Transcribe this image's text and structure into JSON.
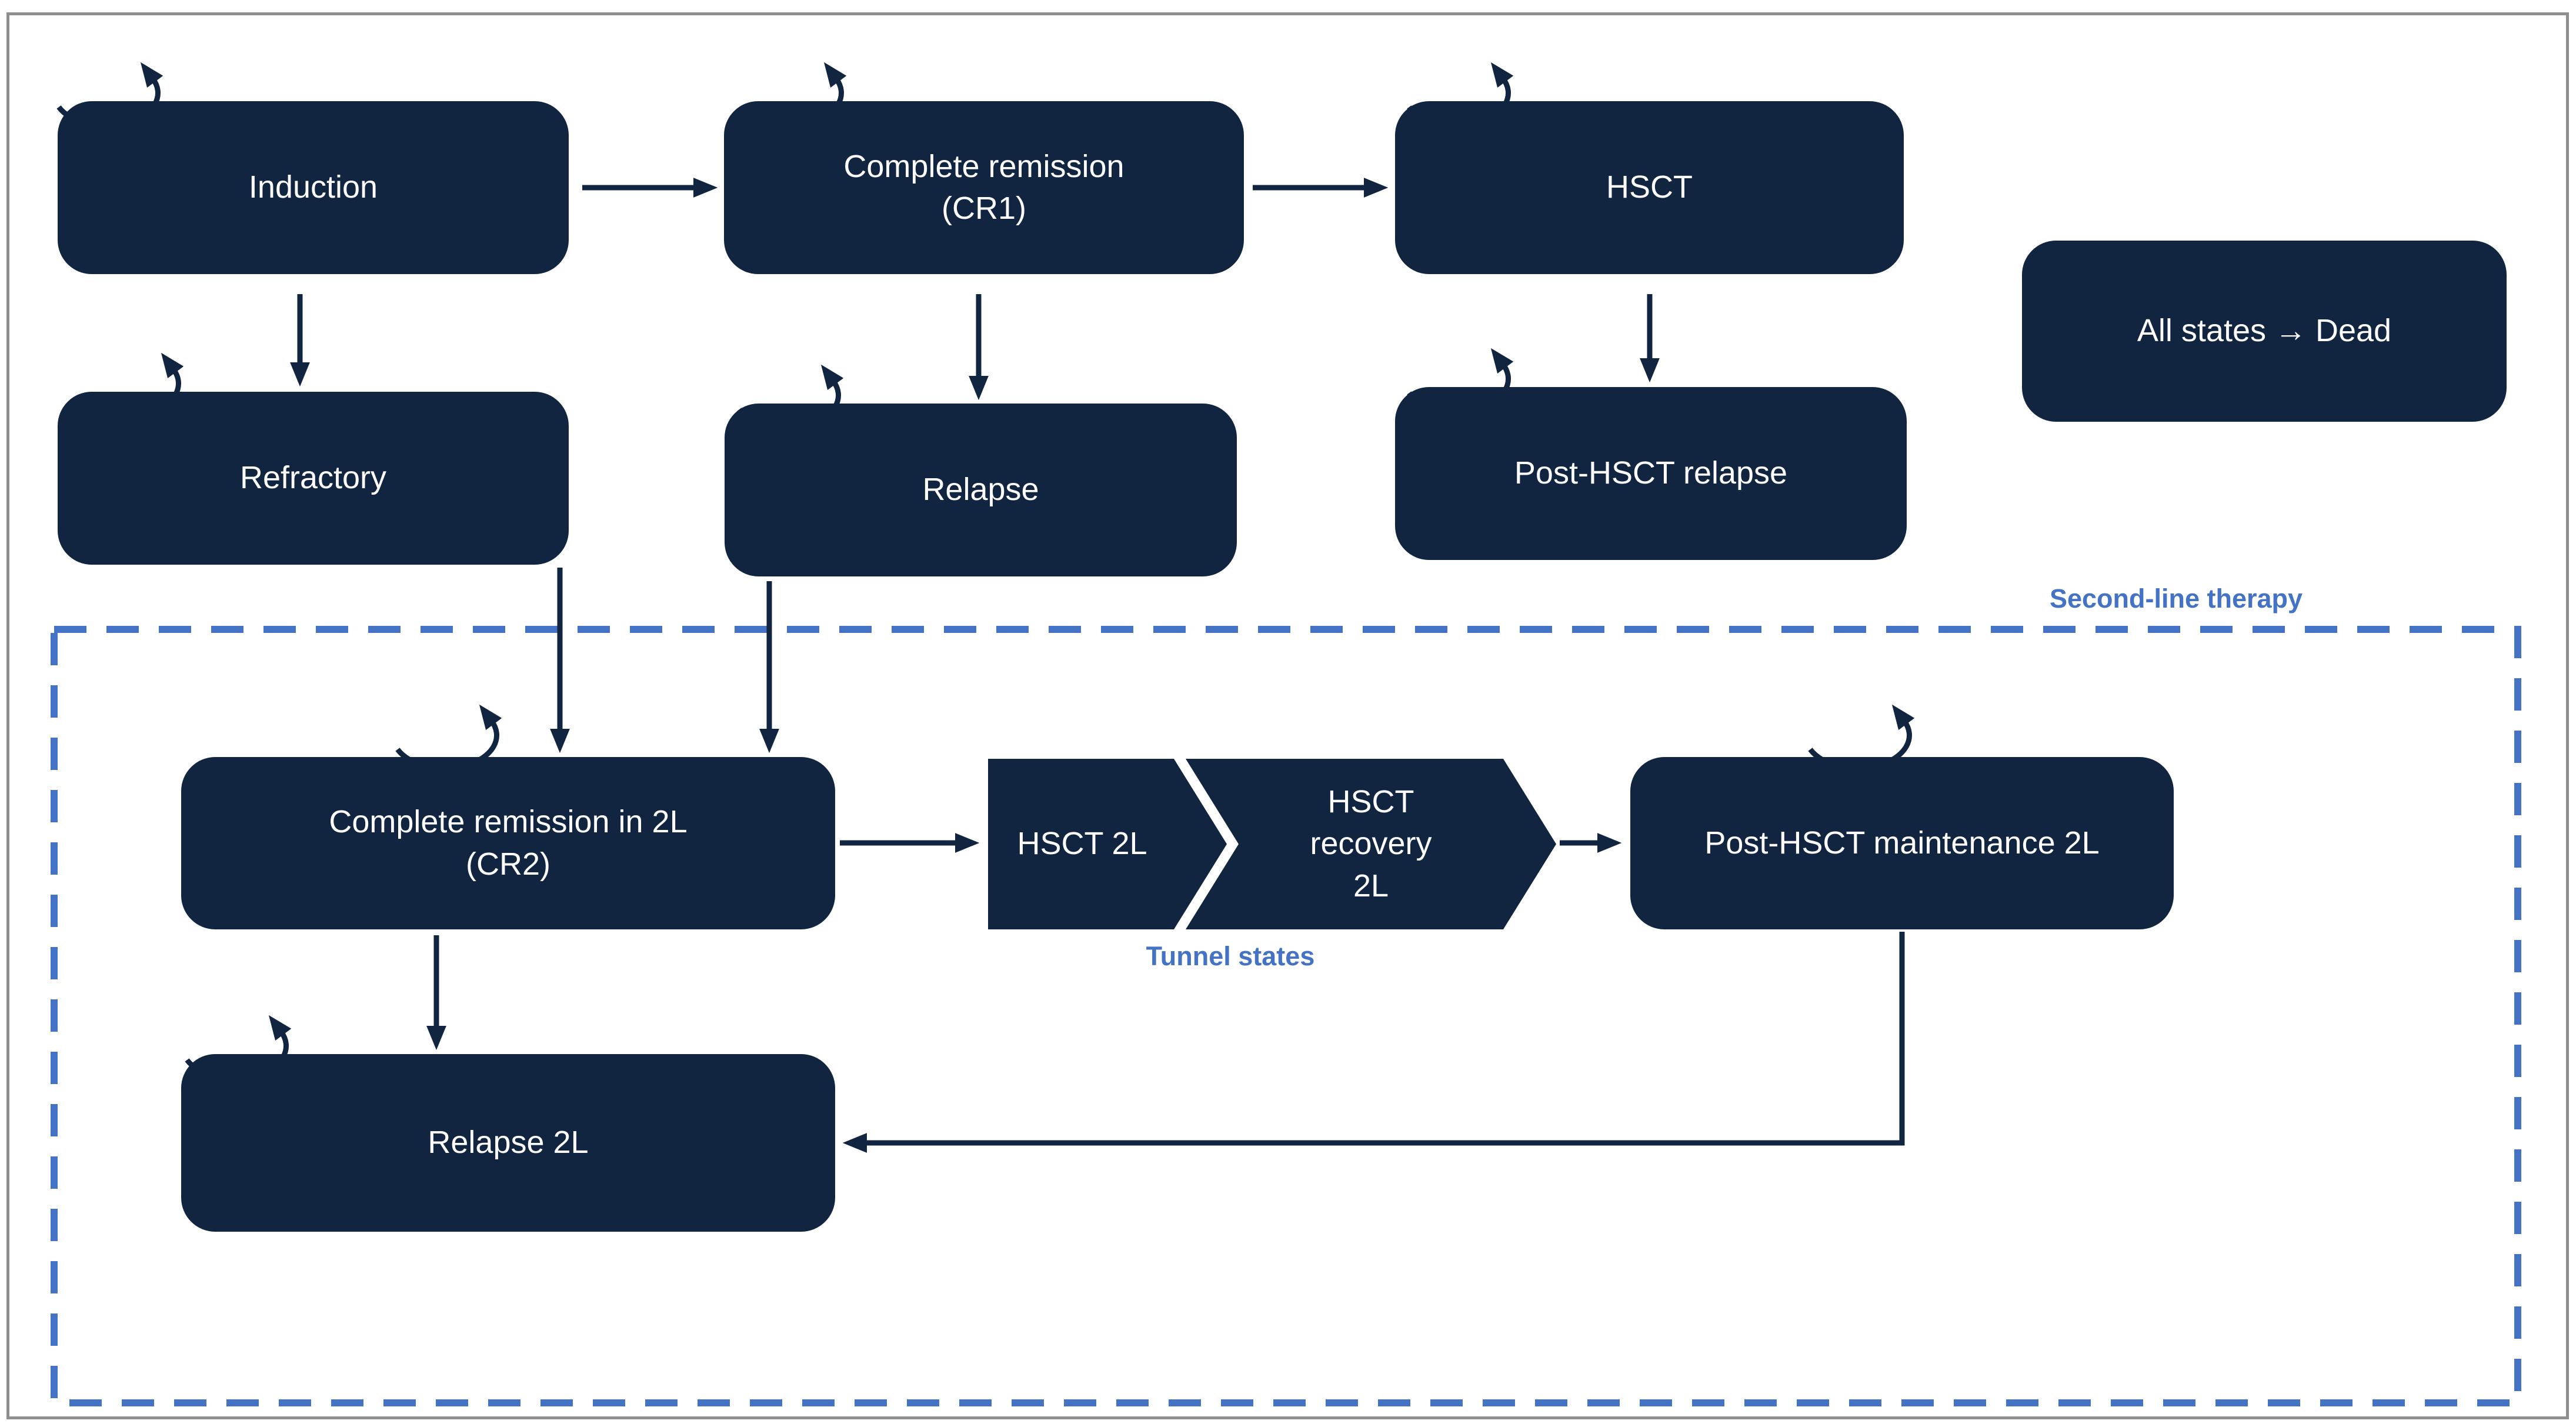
{
  "states": [
    {
      "id": "induction",
      "label": "Induction"
    },
    {
      "id": "complete-remission-cr1",
      "label": "Complete remission\n(CR1)"
    },
    {
      "id": "hsct",
      "label": "HSCT"
    },
    {
      "id": "all-states-dead",
      "label": "All states → Dead"
    },
    {
      "id": "refractory",
      "label": "Refractory"
    },
    {
      "id": "relapse",
      "label": "Relapse"
    },
    {
      "id": "post-hsct-relapse",
      "label": "Post-HSCT relapse"
    },
    {
      "id": "complete-remission-2l-cr2",
      "label": "Complete remission in 2L\n(CR2)"
    },
    {
      "id": "hsct-2l",
      "label": "HSCT 2L"
    },
    {
      "id": "hsct-recovery-2l",
      "label": "HSCT\nrecovery\n2L"
    },
    {
      "id": "post-hsct-maintenance-2l",
      "label": "Post-HSCT maintenance 2L"
    },
    {
      "id": "relapse-2l",
      "label": "Relapse 2L"
    }
  ],
  "annotations": {
    "second_line_region": "Second-line therapy",
    "tunnel_states": "Tunnel states"
  },
  "colors": {
    "state_fill_navy": "#112440",
    "accent_blue": "#4472C4",
    "state_text": "#FFFFFF",
    "frame_gray": "#8F8F8F"
  }
}
